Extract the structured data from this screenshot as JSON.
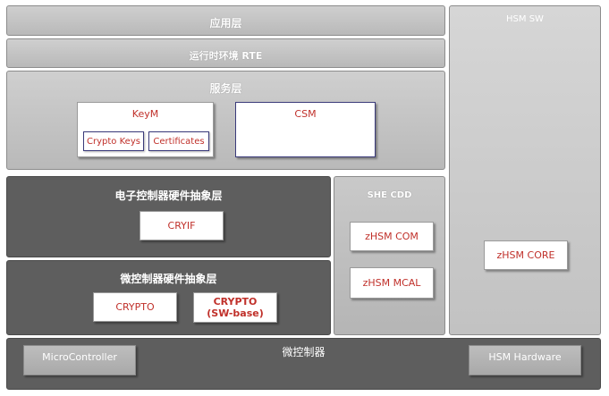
{
  "layers": {
    "application": "应用层",
    "rte": "运行时环境 RTE",
    "service": "服务层",
    "ecu_abstraction": "电子控制器硬件抽象层",
    "mcu_abstraction": "微控制器硬件抽象层",
    "microcontroller": "微控制器"
  },
  "service": {
    "keym": "KeyM",
    "crypto_keys": "Crypto Keys",
    "certificates": "Certificates",
    "csm": "CSM"
  },
  "ecu": {
    "cryif": "CRYIF"
  },
  "mcu": {
    "crypto": "CRYPTO",
    "crypto_sw_line1": "CRYPTO",
    "crypto_sw_line2": "(SW-base)"
  },
  "she": {
    "title": "SHE CDD",
    "zhsm_com": "zHSM COM",
    "zhsm_mcal": "zHSM MCAL"
  },
  "hsm": {
    "title": "HSM SW",
    "core": "zHSM CORE",
    "hardware": "HSM Hardware"
  },
  "hw": {
    "microcontroller_box": "MicroController"
  }
}
